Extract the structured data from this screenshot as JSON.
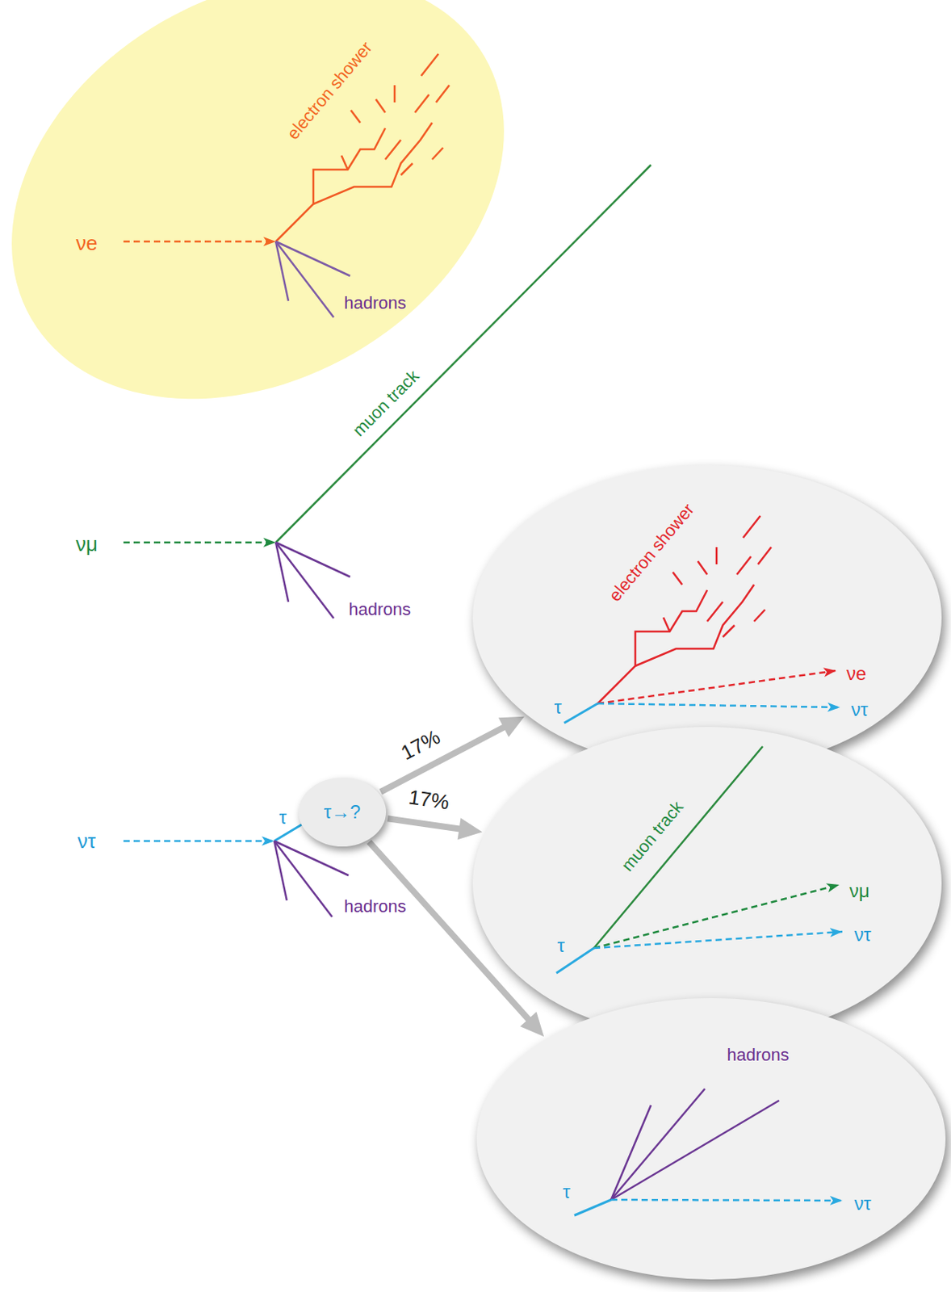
{
  "diagram": {
    "nodes": [
      {
        "text": [
          "electron shower",
          "νe",
          "hadrons"
        ]
      },
      {
        "text": [
          "τ→?"
        ]
      },
      {
        "text": [
          "electron shower",
          "τ",
          "νe",
          "ντ"
        ]
      },
      {
        "text": [
          "muon track",
          "τ",
          "νμ",
          "ντ"
        ]
      },
      {
        "text": [
          "hadrons",
          "τ",
          "ντ"
        ]
      }
    ],
    "edges": [
      {
        "from": 1,
        "to": 2,
        "arrow": "to",
        "label": "17%"
      },
      {
        "from": 1,
        "to": 3,
        "arrow": "to",
        "label": "17%"
      },
      {
        "from": 1,
        "to": 4,
        "arrow": "to"
      }
    ],
    "labels": [
      "νμ",
      "muon track",
      "hadrons",
      "ντ",
      "τ",
      "hadrons"
    ]
  }
}
